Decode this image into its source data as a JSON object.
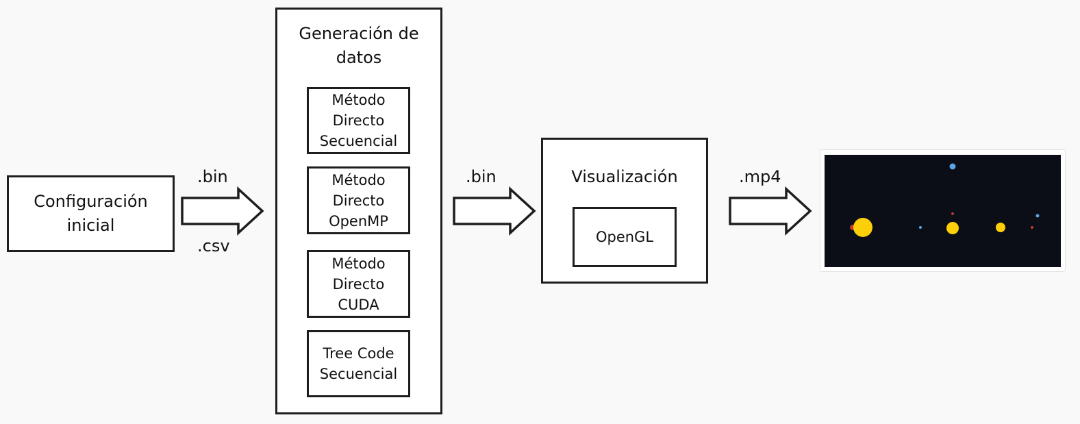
{
  "nodes": {
    "config": "Configuración\ninicial",
    "generation": {
      "title": "Generación de\ndatos",
      "methods": [
        "Método\nDirecto\nSecuencial",
        "Método\nDirecto\nOpenMP",
        "Método\nDirecto\nCUDA",
        "Tree Code\nSecuencial"
      ]
    },
    "visualization": {
      "title": "Visualización",
      "engine": "OpenGL"
    }
  },
  "edges": {
    "config_to_generation": {
      "top": ".bin",
      "bottom": ".csv"
    },
    "generation_to_visualization": {
      "top": ".bin"
    },
    "visualization_to_output": {
      "top": ".mp4"
    }
  },
  "colors": {
    "stroke": "#1e1e1e",
    "preview_background": "#0b0e16",
    "star_yellow": "#fccf0a",
    "planet_blue": "#5ba4e6",
    "planet_red": "#c0392b"
  }
}
